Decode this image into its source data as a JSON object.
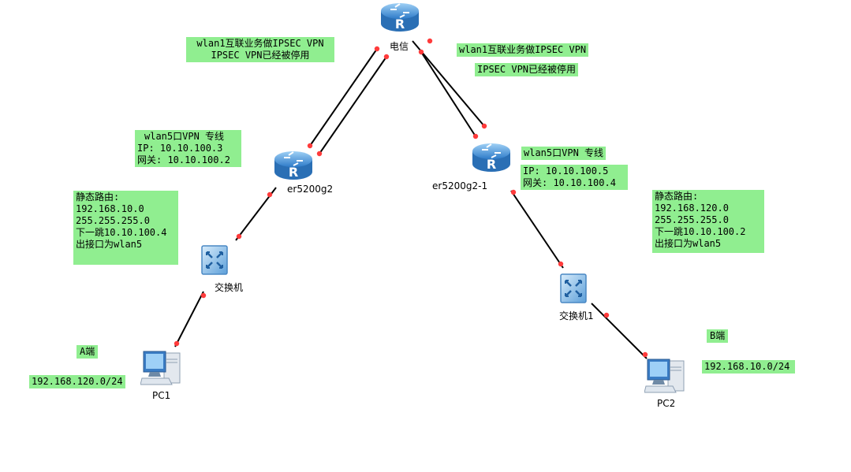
{
  "devices": {
    "telecom": {
      "label": "电信"
    },
    "router_a": {
      "label": "er5200g2"
    },
    "router_b": {
      "label": "er5200g2-1"
    },
    "switch_a": {
      "label": "交换机"
    },
    "switch_b": {
      "label": "交换机1"
    },
    "pc_a": {
      "label": "PC1"
    },
    "pc_b": {
      "label": "PC2"
    }
  },
  "notes": {
    "ipsec_left": {
      "line1": "wlan1互联业务做IPSEC VPN",
      "line2": "IPSEC VPN已经被停用"
    },
    "ipsec_right_1": "wlan1互联业务做IPSEC VPN",
    "ipsec_right_2": "IPSEC VPN已经被停用",
    "wlan_a": {
      "title": "wlan5口VPN 专线",
      "ip": "IP: 10.10.100.3",
      "gw": "网关: 10.10.100.2"
    },
    "wlan_b_title": "wlan5口VPN 专线",
    "wlan_b": {
      "ip": "IP: 10.10.100.5",
      "gw": "网关: 10.10.100.4"
    },
    "route_a": {
      "title": "静态路由:",
      "net": "192.168.10.0",
      "mask": "255.255.255.0",
      "hop": "下一跳10.10.100.4",
      "iface": "出接口为wlan5"
    },
    "route_b": {
      "title": "静态路由:",
      "net": "192.168.120.0",
      "mask": "255.255.255.0",
      "hop": "下一跳10.10.100.2",
      "iface": "出接口为wlan5"
    },
    "side_a": "A端",
    "side_b": "B端",
    "subnet_a": "192.168.120.0/24",
    "subnet_b": "192.168.10.0/24"
  },
  "colors": {
    "note_bg": "#90ee90",
    "link": "#000000",
    "port_dot": "#ff3b3b",
    "device_blue": "#3d86d1"
  }
}
